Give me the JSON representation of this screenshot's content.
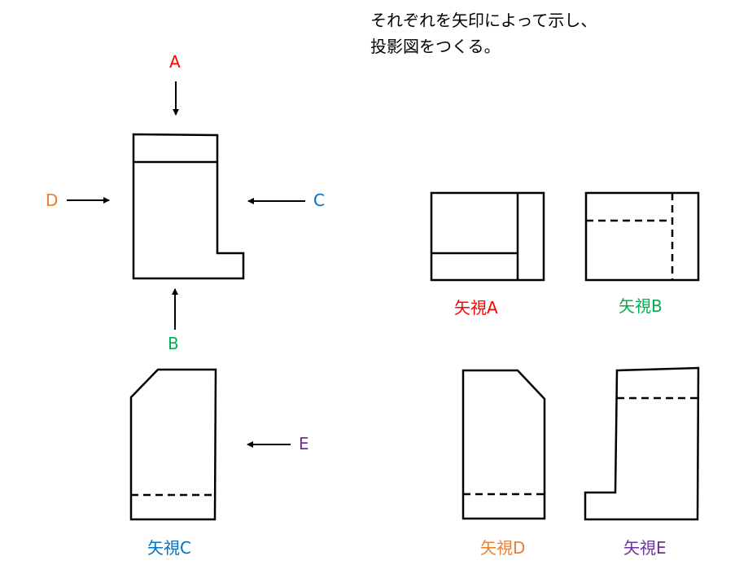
{
  "instruction": [
    "それぞれを矢印によって示し、",
    "投影図をつくる。"
  ],
  "arrows": {
    "A": {
      "label": "A",
      "color": "#ff0000"
    },
    "B": {
      "label": "B",
      "color": "#00b050"
    },
    "C": {
      "label": "C",
      "color": "#0070c0"
    },
    "D": {
      "label": "D",
      "color": "#ed7d31"
    },
    "E": {
      "label": "E",
      "color": "#7030a0"
    }
  },
  "views": {
    "A": {
      "label": "矢視A",
      "color": "#ff0000"
    },
    "B": {
      "label": "矢視B",
      "color": "#00b050"
    },
    "C": {
      "label": "矢視C",
      "color": "#0070c0"
    },
    "D": {
      "label": "矢視D",
      "color": "#ed7d31"
    },
    "E": {
      "label": "矢視E",
      "color": "#7030a0"
    }
  }
}
